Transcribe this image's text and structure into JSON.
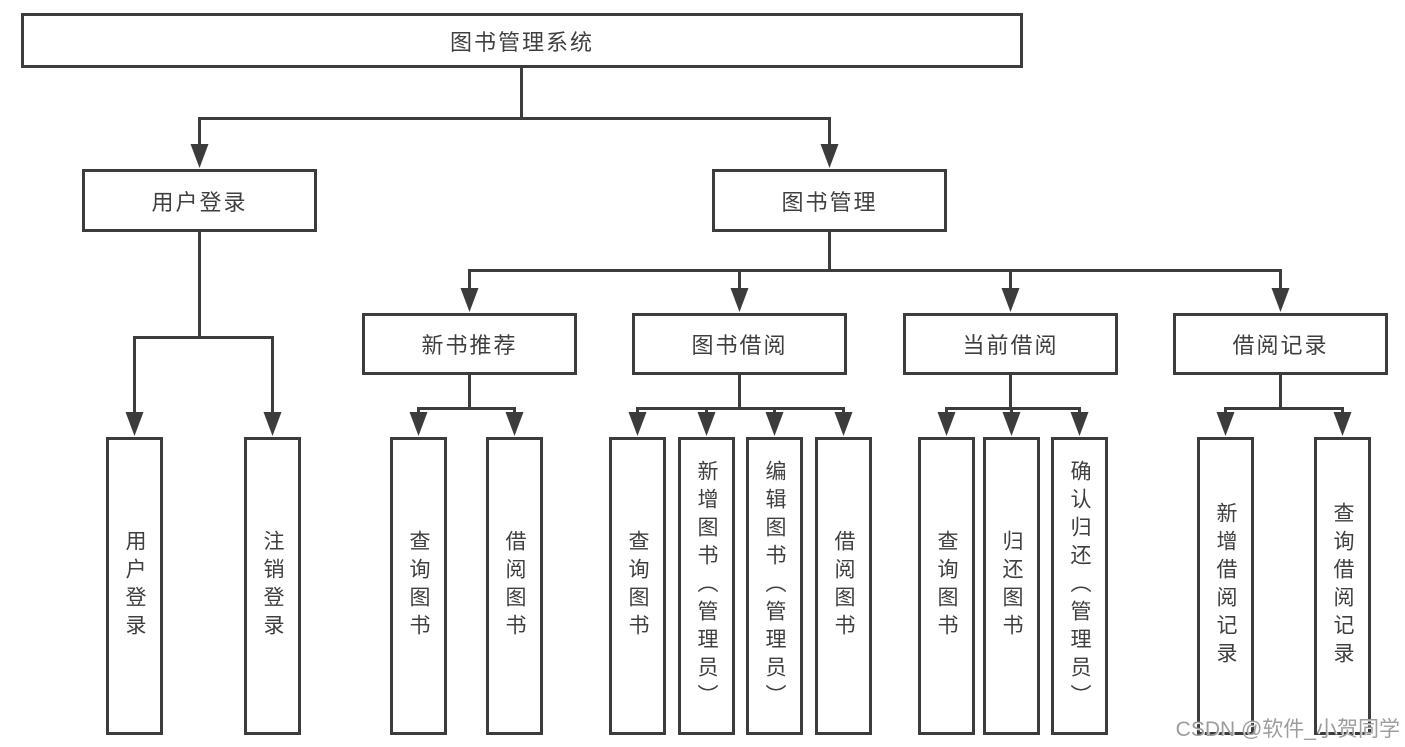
{
  "tree": {
    "root": "图书管理系统",
    "login": {
      "label": "用户登录",
      "leaves": [
        "用户登录",
        "注销登录"
      ]
    },
    "mgmt": {
      "label": "图书管理",
      "groups": [
        {
          "label": "新书推荐",
          "leaves": [
            "查询图书",
            "借阅图书"
          ]
        },
        {
          "label": "图书借阅",
          "leaves": [
            "查询图书",
            "新增图书（管理员）",
            "编辑图书（管理员）",
            "借阅图书"
          ]
        },
        {
          "label": "当前借阅",
          "leaves": [
            "查询图书",
            "归还图书",
            "确认归还（管理员）"
          ]
        },
        {
          "label": "借阅记录",
          "leaves": [
            "新增借阅记录",
            "查询借阅记录"
          ]
        }
      ]
    }
  },
  "watermark": {
    "text": "CSDN @软件_小贺同学"
  },
  "colors": {
    "line": "#3c3c3c",
    "text": "#3f3f3f",
    "watermark": "#9d9d9d"
  }
}
